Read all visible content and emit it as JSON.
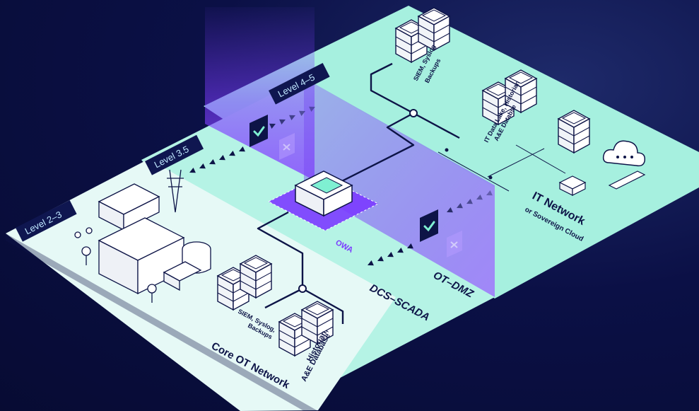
{
  "levels": {
    "level_2_3": "Level 2–3",
    "level_3_5": "Level 3.5",
    "level_4_5": "Level 4–5"
  },
  "zones": {
    "core_ot": "Core OT Network",
    "dcs_scada": "DCS–SCADA",
    "ot_dmz": "OT–DMZ",
    "it_network": "IT Network",
    "it_network_sub": "or Sovereign Cloud"
  },
  "nodes": {
    "owa": "OWA",
    "siem_ot": [
      "SIEM, Syslog,",
      "Backups"
    ],
    "historian_ot": [
      "Historian,",
      "A&E Database"
    ],
    "siem_it": [
      "SIEM, Syslog",
      "Backups"
    ],
    "datalake_it": [
      "IT Data Lake, Historian",
      "A&E Databse"
    ]
  },
  "colors": {
    "background": "#0b1046",
    "core_plate": "#e6f9f6",
    "mint_plate": "#a6f0df",
    "purple": "#7b3bff",
    "navy": "#0d1447",
    "label_bg": "#0f1650"
  },
  "icons": {
    "allow": "check-icon",
    "deny": "x-icon"
  }
}
